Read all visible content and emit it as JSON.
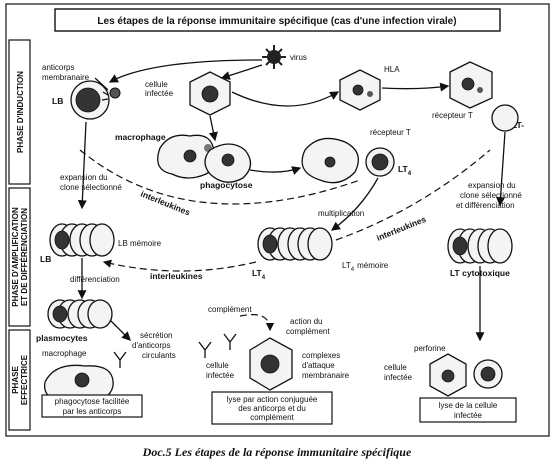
{
  "title": "Les étapes de la réponse immunitaire spécifique (cas d'une infection virale)",
  "caption": "Doc.5     Les étapes de la réponse immunitaire spécifique",
  "phases": {
    "induction": "PHASE D'INDUCTION",
    "amplification_line1": "PHASE D'AMPLIFICATION",
    "amplification_line2": "ET DE DIFFÉRENCIATION",
    "effectrice_line1": "PHASE",
    "effectrice_line2": "EFFECTRICE"
  },
  "labels": {
    "anticorps_membranaire_1": "anticorps",
    "anticorps_membranaire_2": "membranaire",
    "lb": "LB",
    "virus": "virus",
    "cellule_infectee_1": "cellule",
    "cellule_infectee_2": "infectée",
    "hla": "HLA",
    "recepteur_t_top": "récepteur T",
    "lt_minus": "LT-",
    "macrophage": "macrophage",
    "phagocytose": "phagocytose",
    "recepteur_t": "récepteur T",
    "lt4": "LT",
    "lt4_sub": "4",
    "expansion_left_1": "expansion du",
    "expansion_left_2": "clone sélectionné",
    "interleukines_left": "interleukines",
    "multiplication": "multiplication",
    "interleukines_right": "interleukines",
    "expansion_right_1": "expansion du",
    "expansion_right_2": "clone sélectionné",
    "expansion_right_3": "et différenciation",
    "lb_memoire": "LB mémoire",
    "lb_amp": "LB",
    "interleukines_bottom": "interleukines",
    "lt4_bottom": "LT",
    "lt4_bottom_sub": "4",
    "lt4_memoire": "LT",
    "lt4_memoire_sub": "4",
    "lt4_memoire_word": "mémoire",
    "lt_cytotoxique": "LT cytotoxique",
    "differenciation": "différenciation",
    "complement": "complément",
    "action_complement_1": "action du",
    "action_complement_2": "complément",
    "plasmocytes": "plasmocytes",
    "secretion_1": "sécrétion",
    "secretion_2": "d'anticorps",
    "secretion_3": "circulants",
    "macrophage_eff": "macrophage",
    "cellule_infectee_eff_1": "cellule",
    "cellule_infectee_eff_2": "infectée",
    "complexes_1": "complexes",
    "complexes_2": "d'attaque",
    "complexes_3": "membranaire",
    "perforine": "perforine",
    "cellule_infectee_lt_1": "cellule",
    "cellule_infectee_lt_2": "infectée"
  },
  "boxes": {
    "phagocytose_1": "phagocytose facilitée",
    "phagocytose_2": "par les anticorps",
    "lyse_conj_1": "lyse par action conjuguée",
    "lyse_conj_2": "des anticorps et du",
    "lyse_conj_3": "complément",
    "lyse_cell_1": "lyse de la cellule",
    "lyse_cell_2": "infectée"
  }
}
